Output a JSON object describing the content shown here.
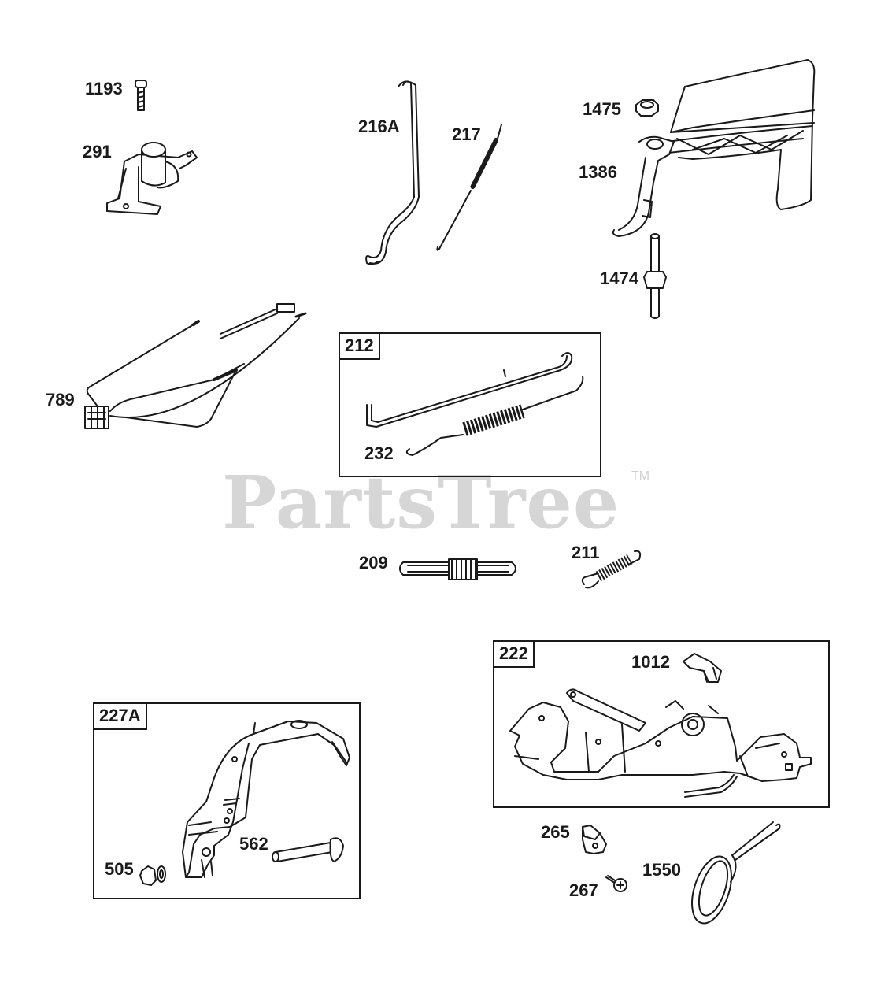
{
  "watermark": {
    "brand": "PartsTree",
    "trademark": "TM"
  },
  "parts": {
    "p1193": "1193",
    "p291": "291",
    "p216a": "216A",
    "p217": "217",
    "p1475": "1475",
    "p1386": "1386",
    "p1474": "1474",
    "p789": "789",
    "p232": "232",
    "p209": "209",
    "p211": "211",
    "p1012": "1012",
    "p562": "562",
    "p505": "505",
    "p265": "265",
    "p1550": "1550",
    "p267": "267"
  },
  "assemblies": {
    "a212": "212",
    "a222": "222",
    "a227a": "227A"
  },
  "colors": {
    "line": "#1a1a1a",
    "watermark": "#d6d6d6"
  }
}
